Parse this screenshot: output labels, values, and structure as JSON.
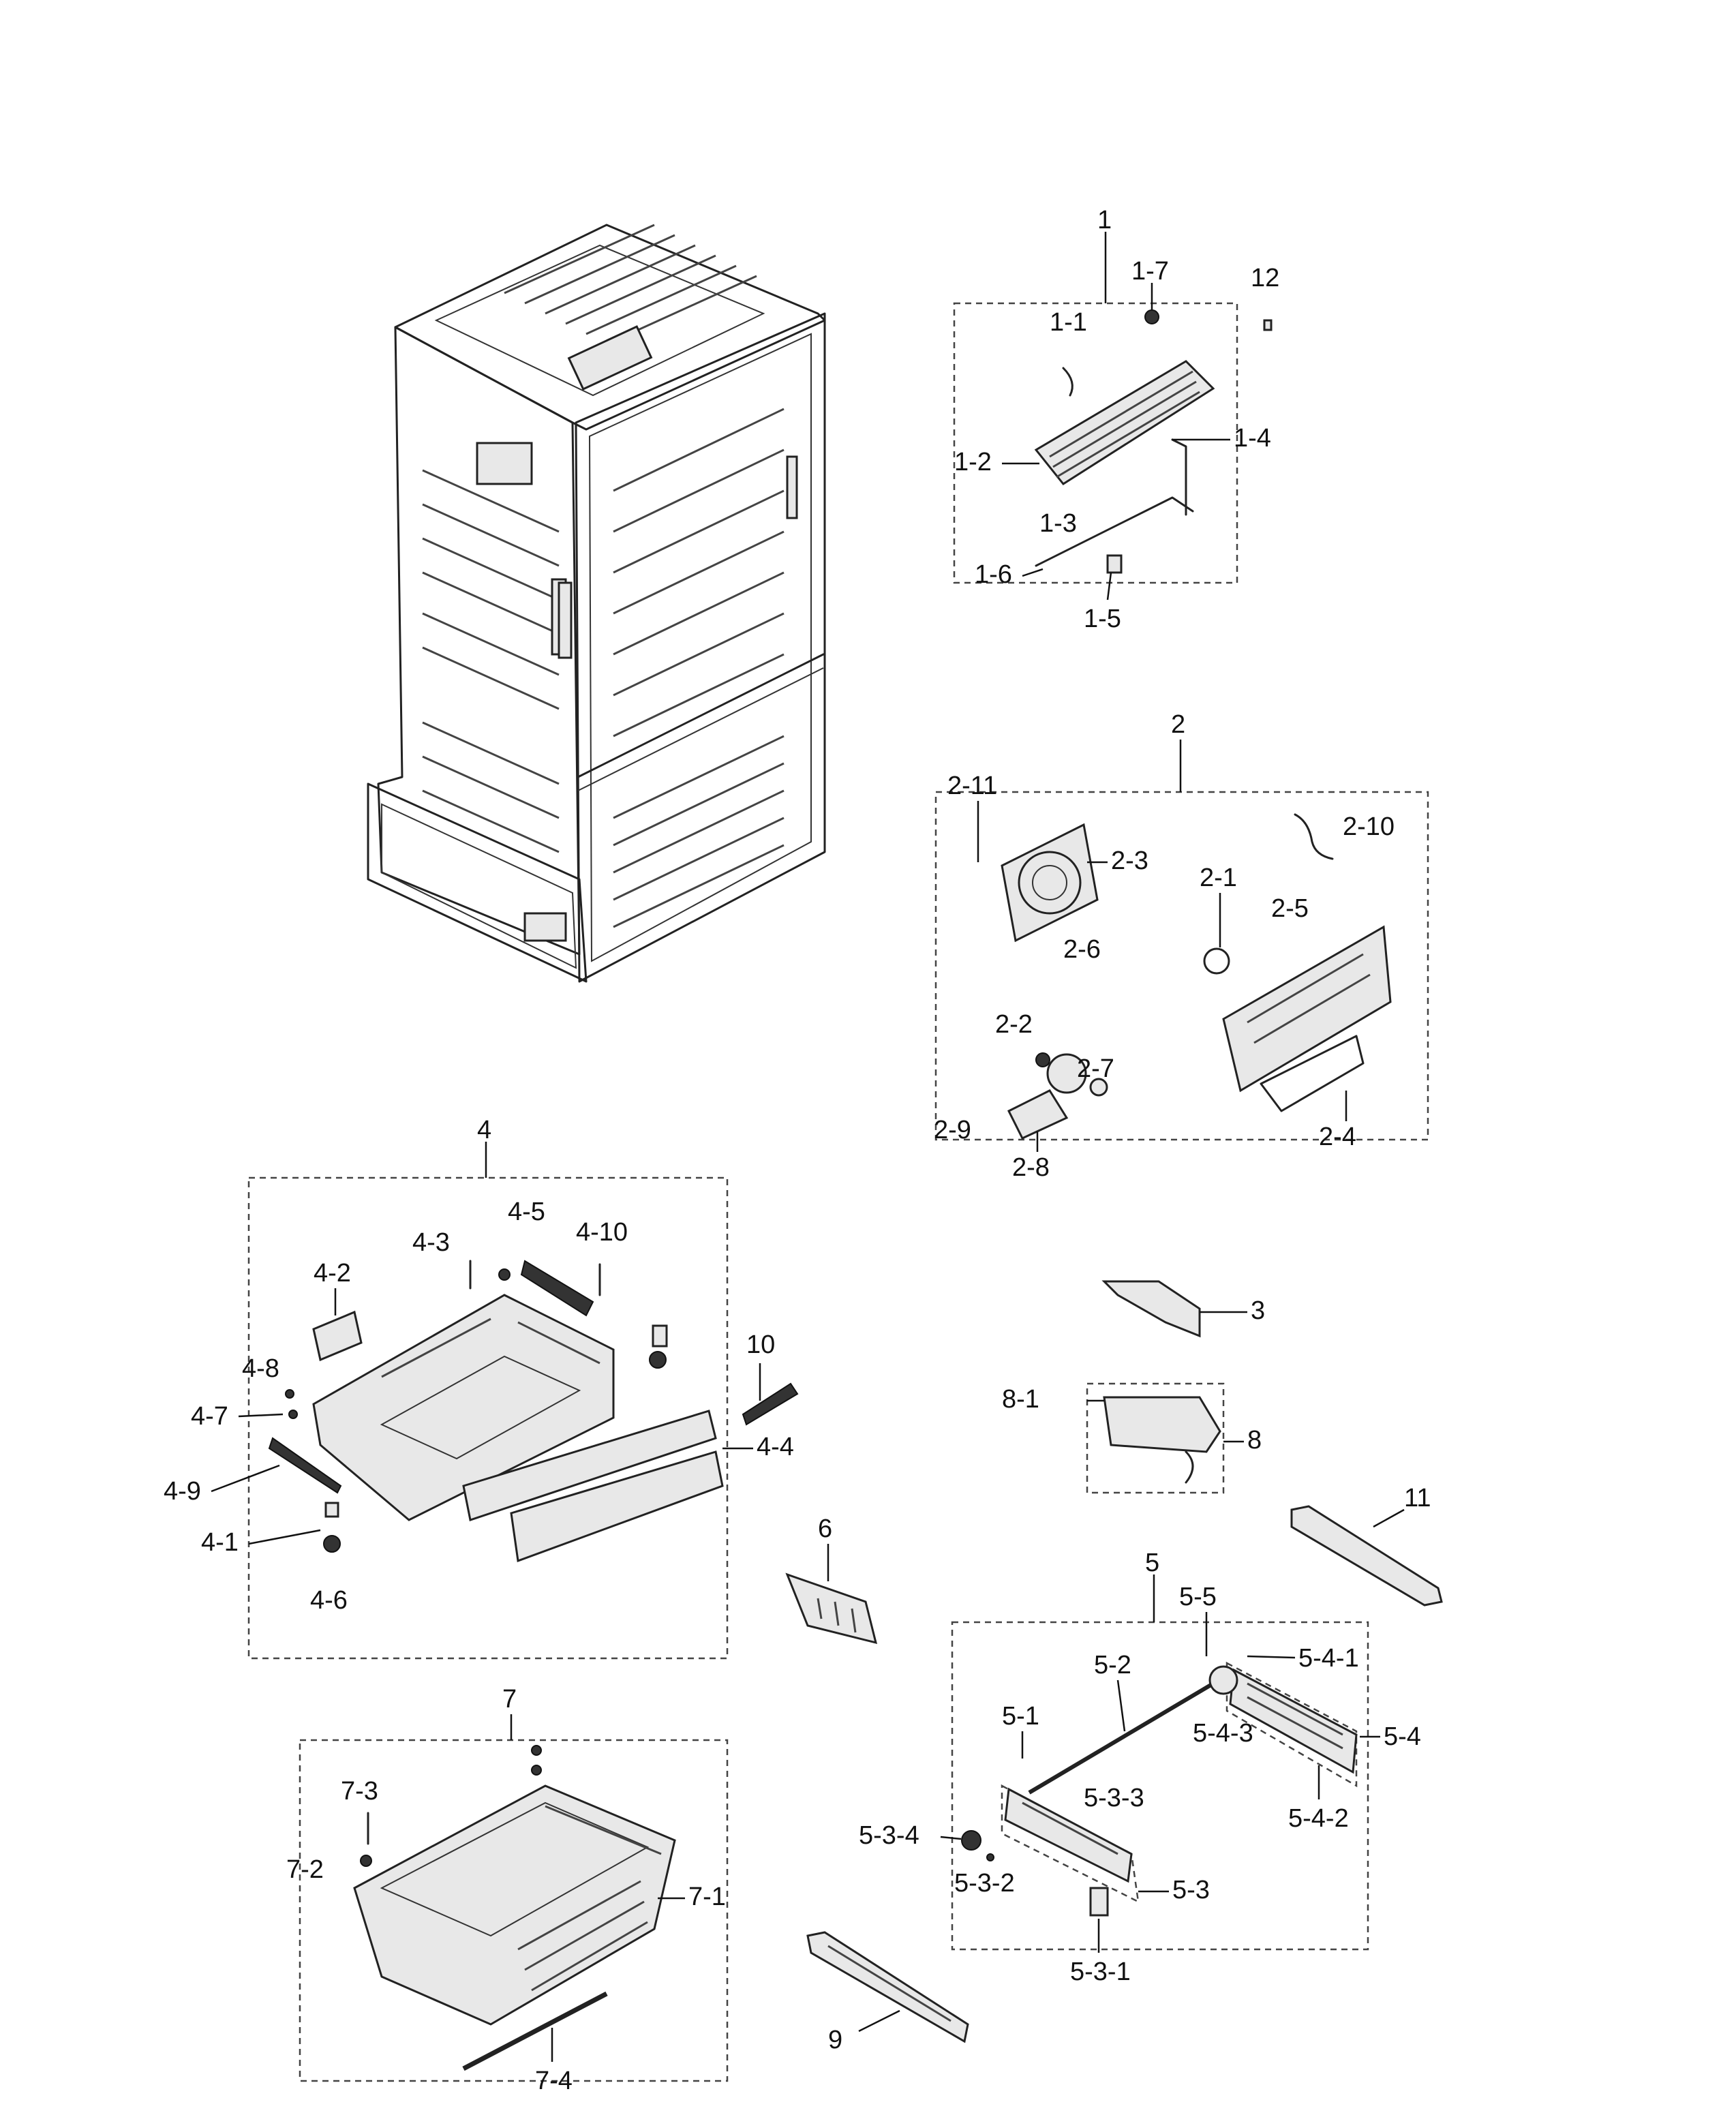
{
  "labels": {
    "p1": "1",
    "p1_1": "1-1",
    "p1_2": "1-2",
    "p1_3": "1-3",
    "p1_4": "1-4",
    "p1_5": "1-5",
    "p1_6": "1-6",
    "p1_7": "1-7",
    "p12": "12",
    "p2": "2",
    "p2_1": "2-1",
    "p2_2": "2-2",
    "p2_3": "2-3",
    "p2_4": "2-4",
    "p2_5": "2-5",
    "p2_6": "2-6",
    "p2_7": "2-7",
    "p2_8": "2-8",
    "p2_9": "2-9",
    "p2_10": "2-10",
    "p2_11": "2-11",
    "p3": "3",
    "p4": "4",
    "p4_1": "4-1",
    "p4_2": "4-2",
    "p4_3": "4-3",
    "p4_4": "4-4",
    "p4_5": "4-5",
    "p4_6": "4-6",
    "p4_7": "4-7",
    "p4_8": "4-8",
    "p4_9": "4-9",
    "p4_10": "4-10",
    "p10": "10",
    "p8": "8",
    "p8_1": "8-1",
    "p11": "11",
    "p6": "6",
    "p5": "5",
    "p5_1": "5-1",
    "p5_2": "5-2",
    "p5_3": "5-3",
    "p5_3_1": "5-3-1",
    "p5_3_2": "5-3-2",
    "p5_3_3": "5-3-3",
    "p5_3_4": "5-3-4",
    "p5_4": "5-4",
    "p5_4_1": "5-4-1",
    "p5_4_2": "5-4-2",
    "p5_4_3": "5-4-3",
    "p5_5": "5-5",
    "p7": "7",
    "p7_1": "7-1",
    "p7_2": "7-2",
    "p7_3": "7-3",
    "p7_4": "7-4",
    "p9": "9"
  }
}
